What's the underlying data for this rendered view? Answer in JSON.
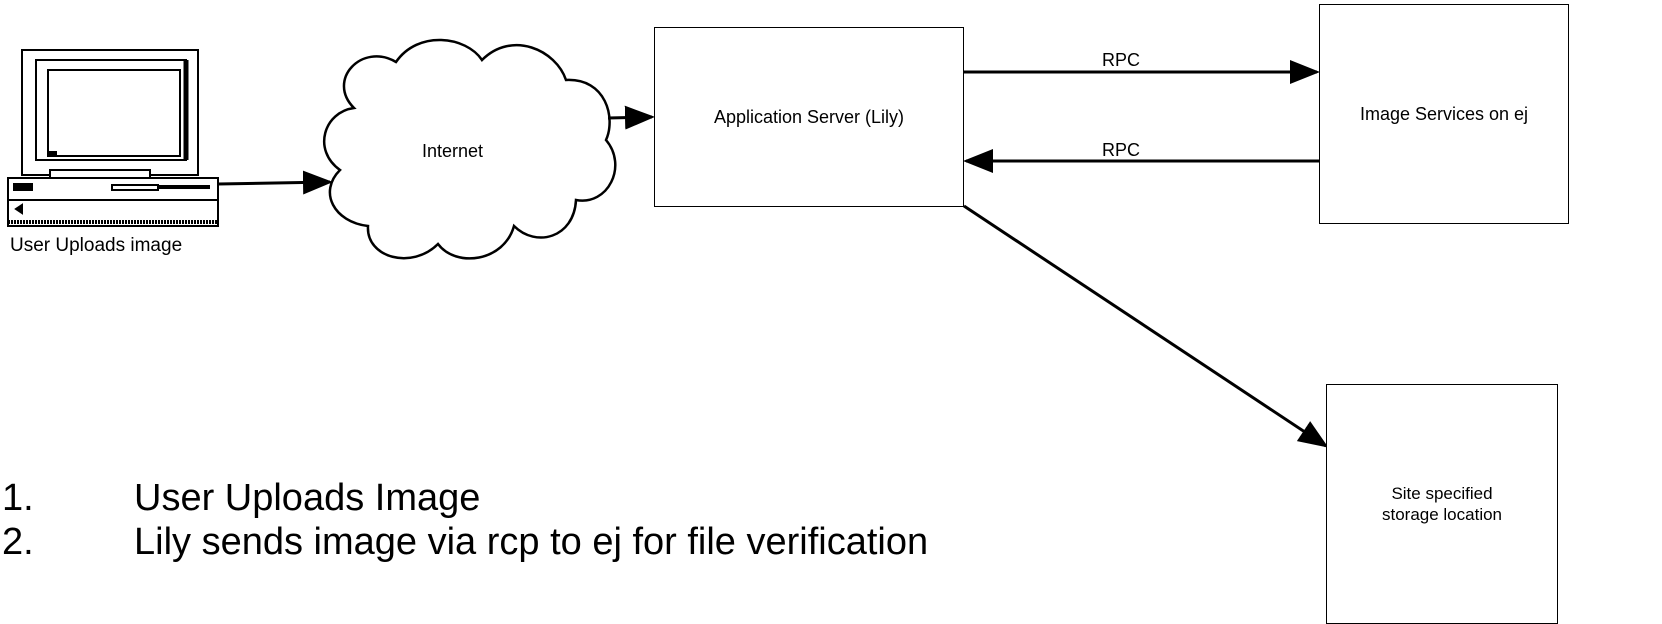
{
  "computer": {
    "label": "User Uploads image",
    "icon": "desktop-computer-icon"
  },
  "cloud": {
    "label": "Internet",
    "icon": "cloud-icon"
  },
  "app_server": {
    "label": "Application Server (Lily)"
  },
  "image_services": {
    "label": "Image Services on ej"
  },
  "storage": {
    "line1": "Site specified",
    "line2": "storage location"
  },
  "connectors": {
    "rpc_out": "RPC",
    "rpc_in": "RPC"
  },
  "steps": [
    {
      "num": "1.",
      "text": "User Uploads Image"
    },
    {
      "num": "2.",
      "text": "Lily sends image via rcp to ej for file verification"
    }
  ]
}
